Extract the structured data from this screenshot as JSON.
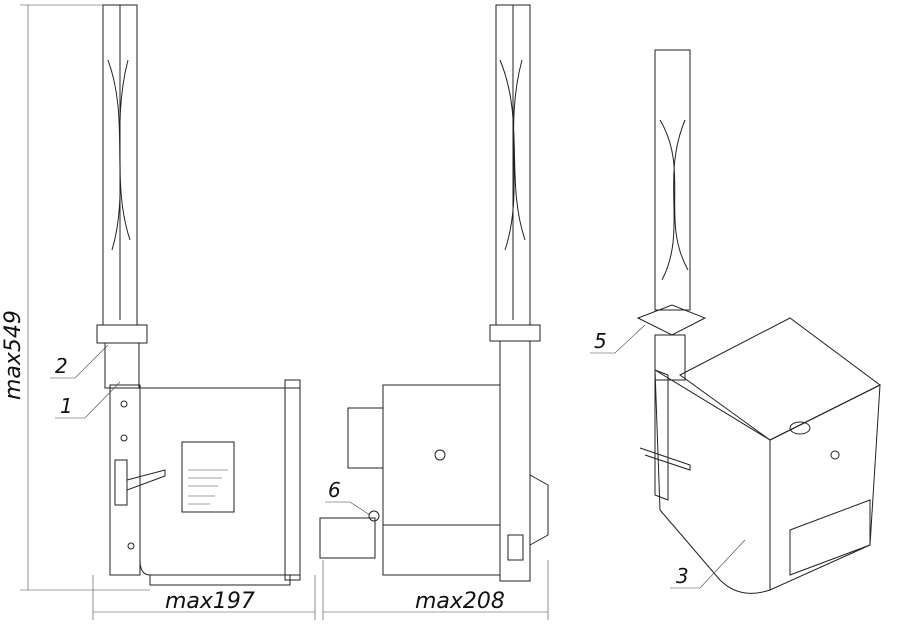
{
  "dimensions": {
    "height": "max549",
    "width_side": "max197",
    "width_front": "max208"
  },
  "callouts": [
    "1",
    "2",
    "3",
    "5",
    "6"
  ]
}
